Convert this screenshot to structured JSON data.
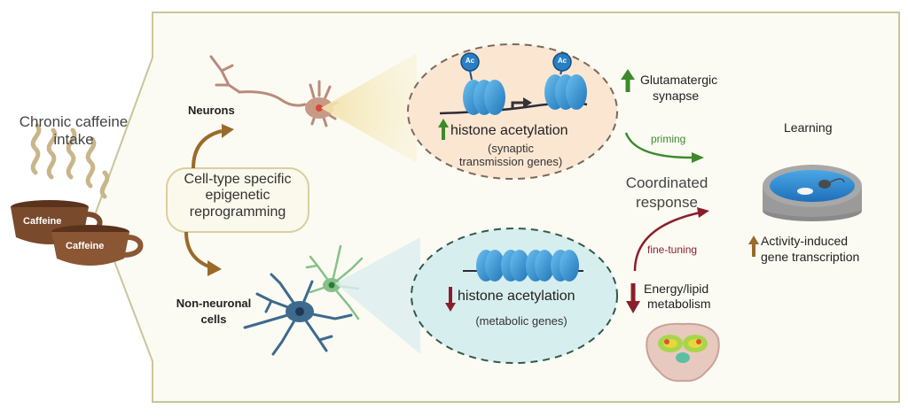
{
  "intake": {
    "line1": "Chronic caffeine",
    "line2": "intake"
  },
  "cups": {
    "cup1_label": "Caffeine",
    "cup2_label": "Caffeine"
  },
  "center_box": {
    "line1": "Cell-type specific",
    "line2": "epigenetic",
    "line3": "reprogramming"
  },
  "neurons": {
    "label": "Neurons",
    "acetyl_tag_1": "Ac",
    "acetyl_tag_2": "Ac",
    "arrow_direction": "up",
    "histone_label": "histone acetylation",
    "genes_line1": "(synaptic",
    "genes_line2": "transmission genes)"
  },
  "non_neuronal": {
    "label_line1": "Non-neuronal",
    "label_line2": "cells",
    "arrow_direction": "down",
    "histone_label": "histone acetylation",
    "genes": "(metabolic genes)"
  },
  "outcomes": {
    "glutamatergic_line1": "Glutamatergic",
    "glutamatergic_line2": "synapse",
    "priming": "priming",
    "coordinated_line1": "Coordinated",
    "coordinated_line2": "response",
    "fine_tuning": "fine-tuning",
    "energy_line1": "Energy/lipid",
    "energy_line2": "metabolism",
    "learning": "Learning",
    "activity_line1": "Activity-induced",
    "activity_line2": "gene transcription"
  },
  "colors": {
    "panel_border": "#c9c59a",
    "neuron_bubble": "#fbe6d2",
    "glia_bubble": "#d7eeee",
    "nucleosome": "#3d9fd8",
    "up_arrow": "#3d8a2c",
    "down_arrow": "#8a1f2a",
    "brown_arrow": "#9b6a2a",
    "coffee": "#7a4a2c"
  }
}
